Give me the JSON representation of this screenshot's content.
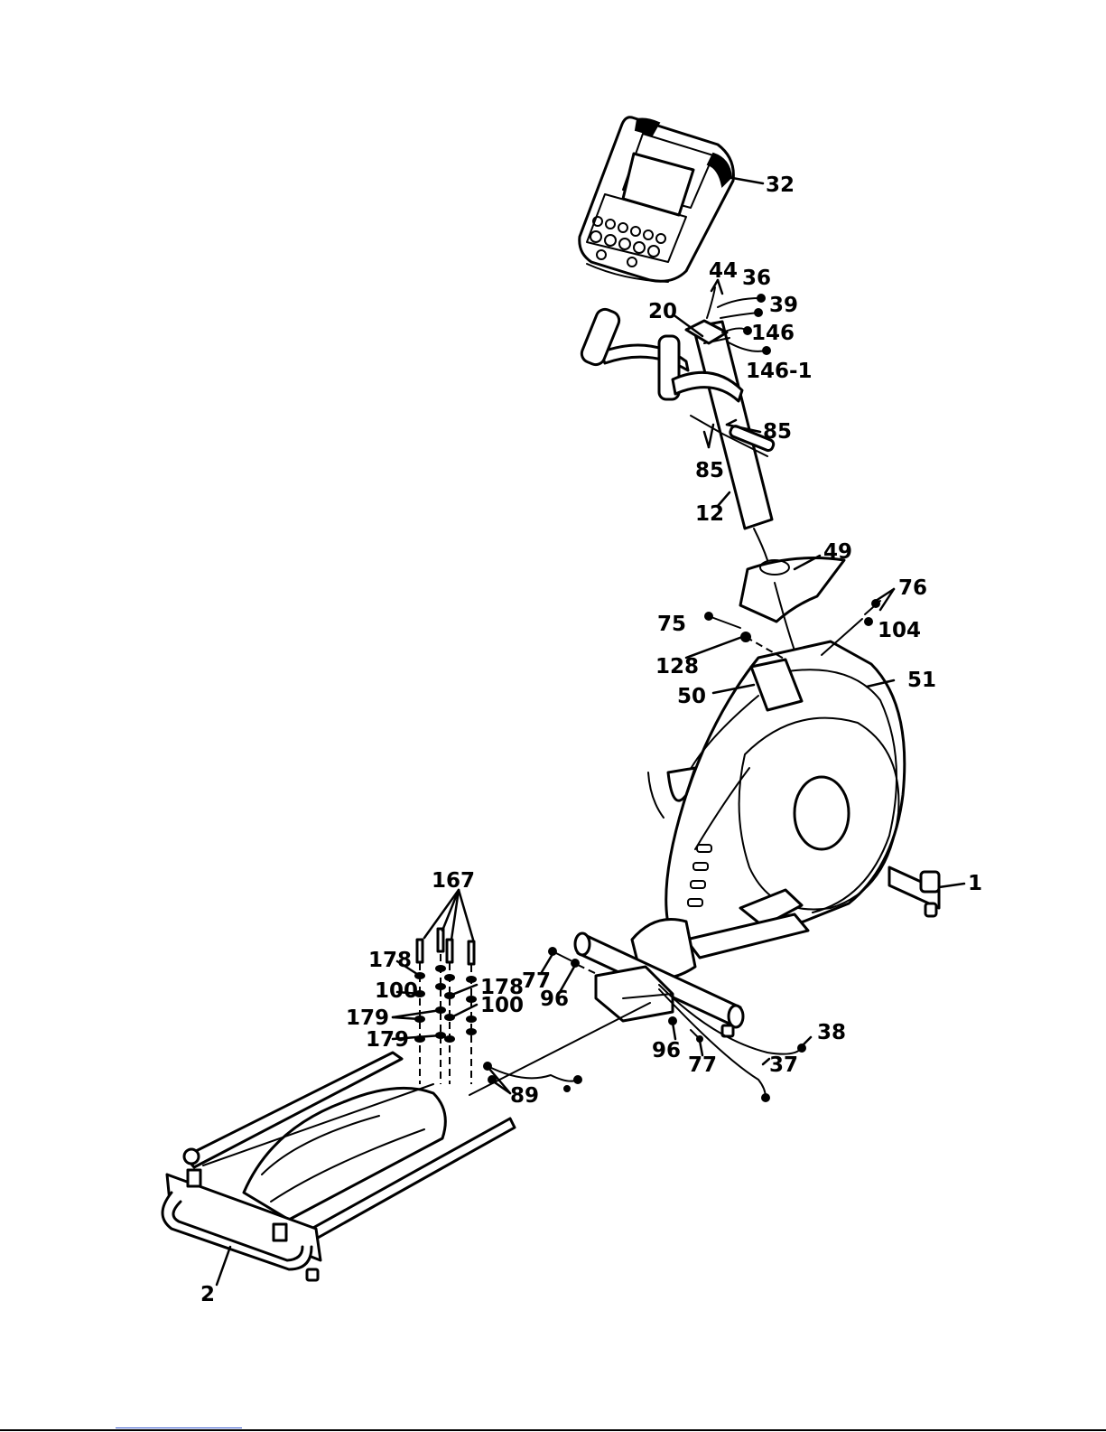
{
  "callouts": [
    {
      "id": "c32",
      "text": "32"
    },
    {
      "id": "c44",
      "text": "44"
    },
    {
      "id": "c36",
      "text": "36"
    },
    {
      "id": "c39",
      "text": "39"
    },
    {
      "id": "c20",
      "text": "20"
    },
    {
      "id": "c146",
      "text": "146"
    },
    {
      "id": "c146_1",
      "text": "146-1"
    },
    {
      "id": "c85a",
      "text": "85"
    },
    {
      "id": "c85b",
      "text": "85"
    },
    {
      "id": "c12",
      "text": "12"
    },
    {
      "id": "c49",
      "text": "49"
    },
    {
      "id": "c76",
      "text": "76"
    },
    {
      "id": "c75",
      "text": "75"
    },
    {
      "id": "c104",
      "text": "104"
    },
    {
      "id": "c128",
      "text": "128"
    },
    {
      "id": "c51",
      "text": "51"
    },
    {
      "id": "c50",
      "text": "50"
    },
    {
      "id": "c1",
      "text": "1"
    },
    {
      "id": "c167",
      "text": "167"
    },
    {
      "id": "c178a",
      "text": "178"
    },
    {
      "id": "c100a",
      "text": "100"
    },
    {
      "id": "c178b",
      "text": "178"
    },
    {
      "id": "c100b",
      "text": "100"
    },
    {
      "id": "c77a",
      "text": "77"
    },
    {
      "id": "c96a",
      "text": "96"
    },
    {
      "id": "c179a",
      "text": "179"
    },
    {
      "id": "c179b",
      "text": "179"
    },
    {
      "id": "c38",
      "text": "38"
    },
    {
      "id": "c96b",
      "text": "96"
    },
    {
      "id": "c77b",
      "text": "77"
    },
    {
      "id": "c37",
      "text": "37"
    },
    {
      "id": "c89",
      "text": "89"
    },
    {
      "id": "c2",
      "text": "2"
    }
  ]
}
